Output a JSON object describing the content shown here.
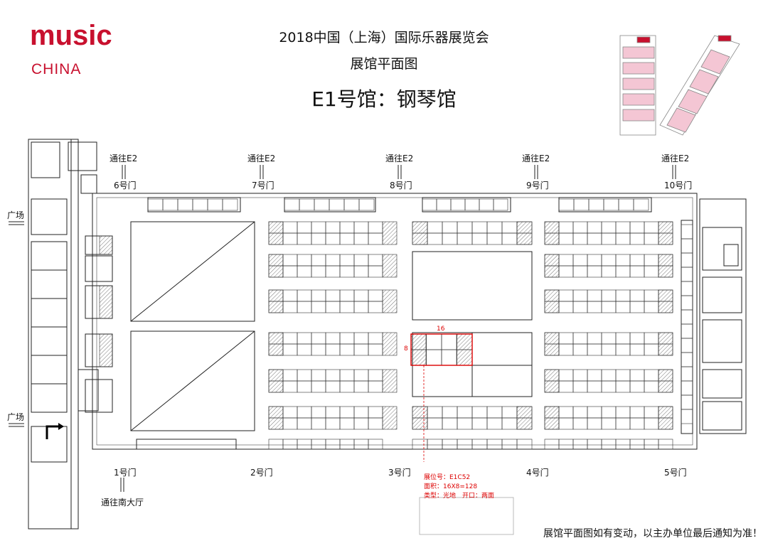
{
  "logo": {
    "line1": "music",
    "line2": "CHINA"
  },
  "header": {
    "title": "2018中国（上海）国际乐器展览会",
    "subtitle": "展馆平面图",
    "hall": "E1号馆：钢琴馆"
  },
  "passages": {
    "to_e2": "通往E2",
    "to_south_hall": "通往南大厅",
    "plaza": "广场"
  },
  "gates_top": [
    "6号门",
    "7号门",
    "8号门",
    "9号门",
    "10号门"
  ],
  "gates_bottom": [
    "1号门",
    "2号门",
    "3号门",
    "4号门",
    "5号门"
  ],
  "highlight": {
    "width_label": "16",
    "depth_label": "8",
    "booth_no": "展位号：E1C52",
    "area": "面积：16X8=128",
    "type": "类型：光地　开口：两面"
  },
  "footer_note": "展馆平面图如有变动，以主办单位最后通知为准！",
  "colors": {
    "brand": "#c8102e",
    "highlight": "#d00000",
    "line": "#222222"
  }
}
